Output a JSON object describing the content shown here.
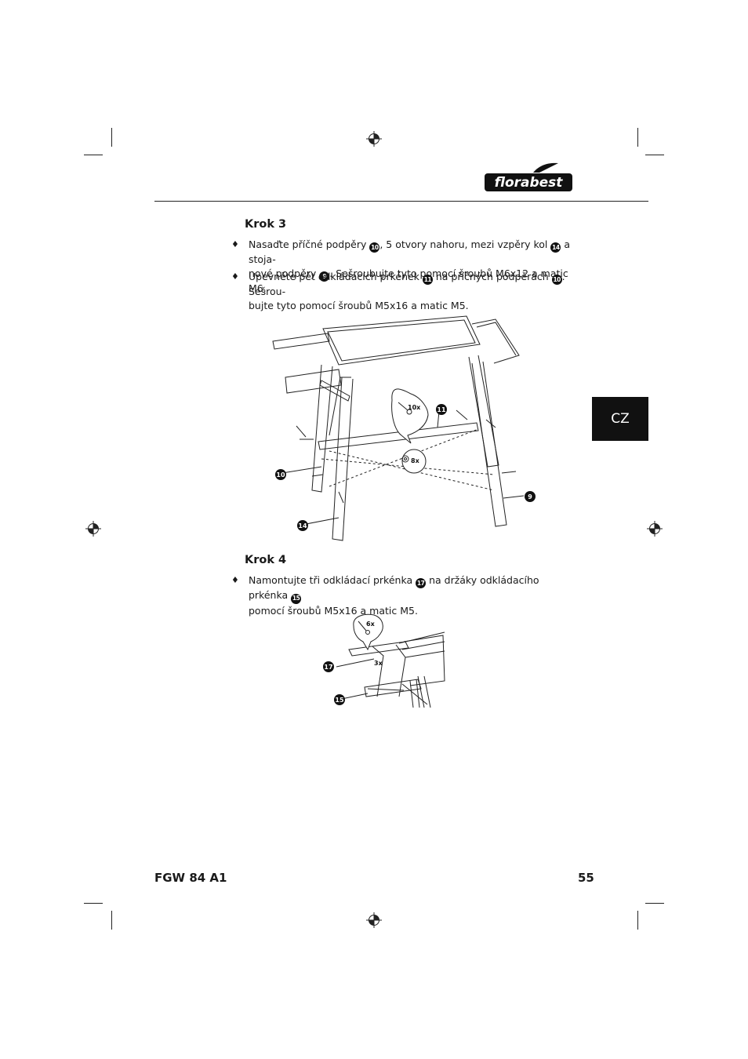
{
  "brand": "florabest",
  "language_tab": "CZ",
  "step3": {
    "title": "Krok 3",
    "bullet1": {
      "t1": "Nasaďte příčné podpěry ",
      "n1": "10",
      "t2": ", 5 otvory nahoru, mezi vzpěry kol ",
      "n2": "14",
      "t3": " a stoja-",
      "t4": "nové podpěry ",
      "n3": "9",
      "t5": ". Sešroubujte tyto pomocí šroubů M6x12 a matic M6."
    },
    "bullet2": {
      "t1": "Upevněte pět odkládacích prkének ",
      "n1": "11",
      "t2": " na příčných podpěrách ",
      "n2": "10",
      "t3": ". Sešrou-",
      "t4": "bujte tyto pomocí šroubů M5x16 a matic M5."
    },
    "figure": {
      "labels": {
        "l10": "10",
        "l11": "11",
        "l14": "14",
        "l9": "9"
      },
      "callout_screws": "10x",
      "callout_nuts": "8x"
    }
  },
  "step4": {
    "title": "Krok 4",
    "bullet1": {
      "t1": "Namontujte tři odkládací prkénka ",
      "n1": "17",
      "t2": " na držáky odkládacího prkénka ",
      "n2": "15",
      "t3": "pomocí šroubů M5x16 a matic M5."
    },
    "figure": {
      "labels": {
        "l17": "17",
        "l15": "15"
      },
      "callout_screws": "6x",
      "callout_count": "3x"
    }
  },
  "footer": {
    "model": "FGW 84 A1",
    "page": "55"
  }
}
